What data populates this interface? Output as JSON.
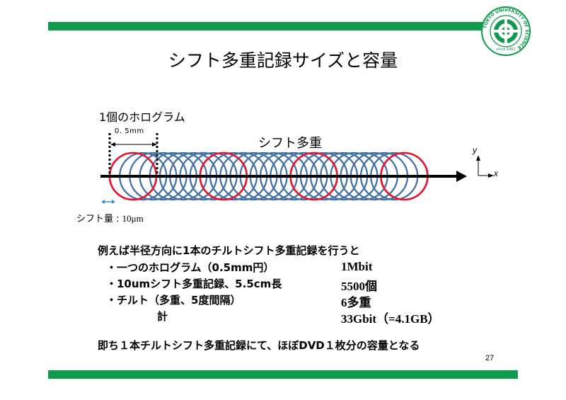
{
  "slide": {
    "title": "シフト多重記録サイズと容量",
    "page_number": "27",
    "logo": {
      "text": "TOKYO UNIVERSITY OF SCIENCE",
      "since": "since 1881",
      "color": "#0f9a4e"
    },
    "accent_color": "#0f9a4e"
  },
  "diagram": {
    "hologram_label": "1個のホログラム",
    "pitch_label": "0. 5mm",
    "multiplex_label": "シフト多重",
    "shift_amount_label": "シフト量 : ",
    "shift_amount_unit": "10μm",
    "axis_y": "y",
    "axis_x": "x",
    "ring_color": "#3f6fa6",
    "highlight_color": "#e8102a"
  },
  "content": {
    "intro": "例えば半径方向に1本のチルトシフト多重記録を行うと",
    "rows": [
      {
        "label": "・一つのホログラム（0.5mm円）",
        "value": "1Mbit"
      },
      {
        "label": "・10umシフト多重記録、5.5cm長",
        "value": "5500個"
      },
      {
        "label": "・チルト（多重、5度間隔）",
        "value": "6多重"
      },
      {
        "label": "計",
        "value": "33Gbit（=4.1GB）"
      }
    ],
    "conclusion": "即ち１本チルトシフト多重記録にて、ほぼDVD１枚分の容量となる"
  }
}
